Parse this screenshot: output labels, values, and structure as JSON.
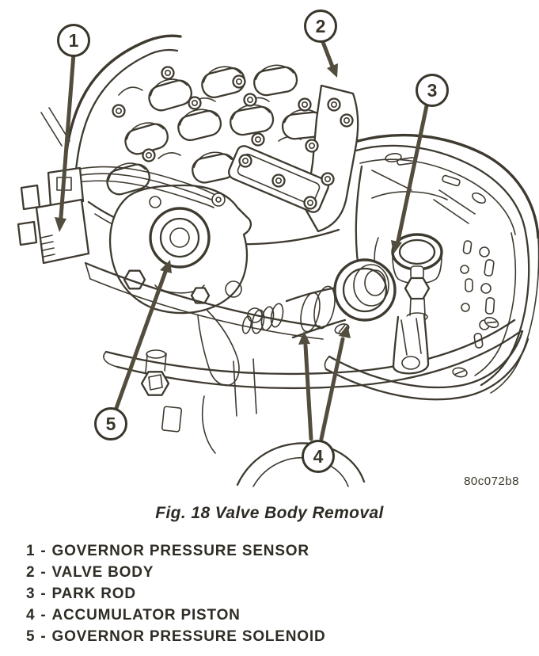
{
  "figure": {
    "caption": "Fig. 18 Valve Body Removal",
    "part_code": "80c072b8"
  },
  "callouts": [
    {
      "num": "1",
      "points_to": "GOVERNOR PRESSURE SENSOR"
    },
    {
      "num": "2",
      "points_to": "VALVE BODY"
    },
    {
      "num": "3",
      "points_to": "PARK ROD"
    },
    {
      "num": "4",
      "points_to": "ACCUMULATOR PISTON"
    },
    {
      "num": "5",
      "points_to": "GOVERNOR PRESSURE SOLENOID"
    }
  ],
  "legend": {
    "separator": "-",
    "items": [
      {
        "num": "1",
        "label": "GOVERNOR PRESSURE SENSOR"
      },
      {
        "num": "2",
        "label": "VALVE BODY"
      },
      {
        "num": "3",
        "label": "PARK ROD"
      },
      {
        "num": "4",
        "label": "ACCUMULATOR PISTON"
      },
      {
        "num": "5",
        "label": "GOVERNOR PRESSURE SOLENOID"
      }
    ]
  },
  "colors": {
    "line": "#3f3a30",
    "arrow": "#524d3c",
    "text": "#2f2c26",
    "background": "#ffffff"
  }
}
